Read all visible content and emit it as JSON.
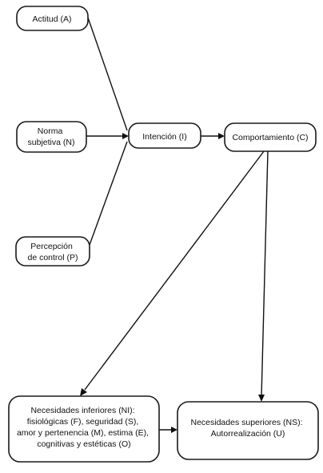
{
  "nodes": {
    "actitud": {
      "lines": [
        "Actitud (A)"
      ]
    },
    "norma": {
      "lines": [
        "Norma",
        "subjetiva (N)"
      ]
    },
    "percepcion": {
      "lines": [
        "Percepción",
        "de control (P)"
      ]
    },
    "intencion": {
      "lines": [
        "Intención (I)"
      ]
    },
    "comportamiento": {
      "lines": [
        "Comportamiento (C)"
      ]
    },
    "inferiores": {
      "lines": [
        "Necesidades inferiores (NI):",
        "fisiológicas (F), seguridad (S),",
        "amor y pertenencia (M), estima (E),",
        "cognitivas y estéticas (O)"
      ]
    },
    "superiores": {
      "lines": [
        "Necesidades superiores (NS):",
        "Autorrealización (U)"
      ]
    }
  }
}
